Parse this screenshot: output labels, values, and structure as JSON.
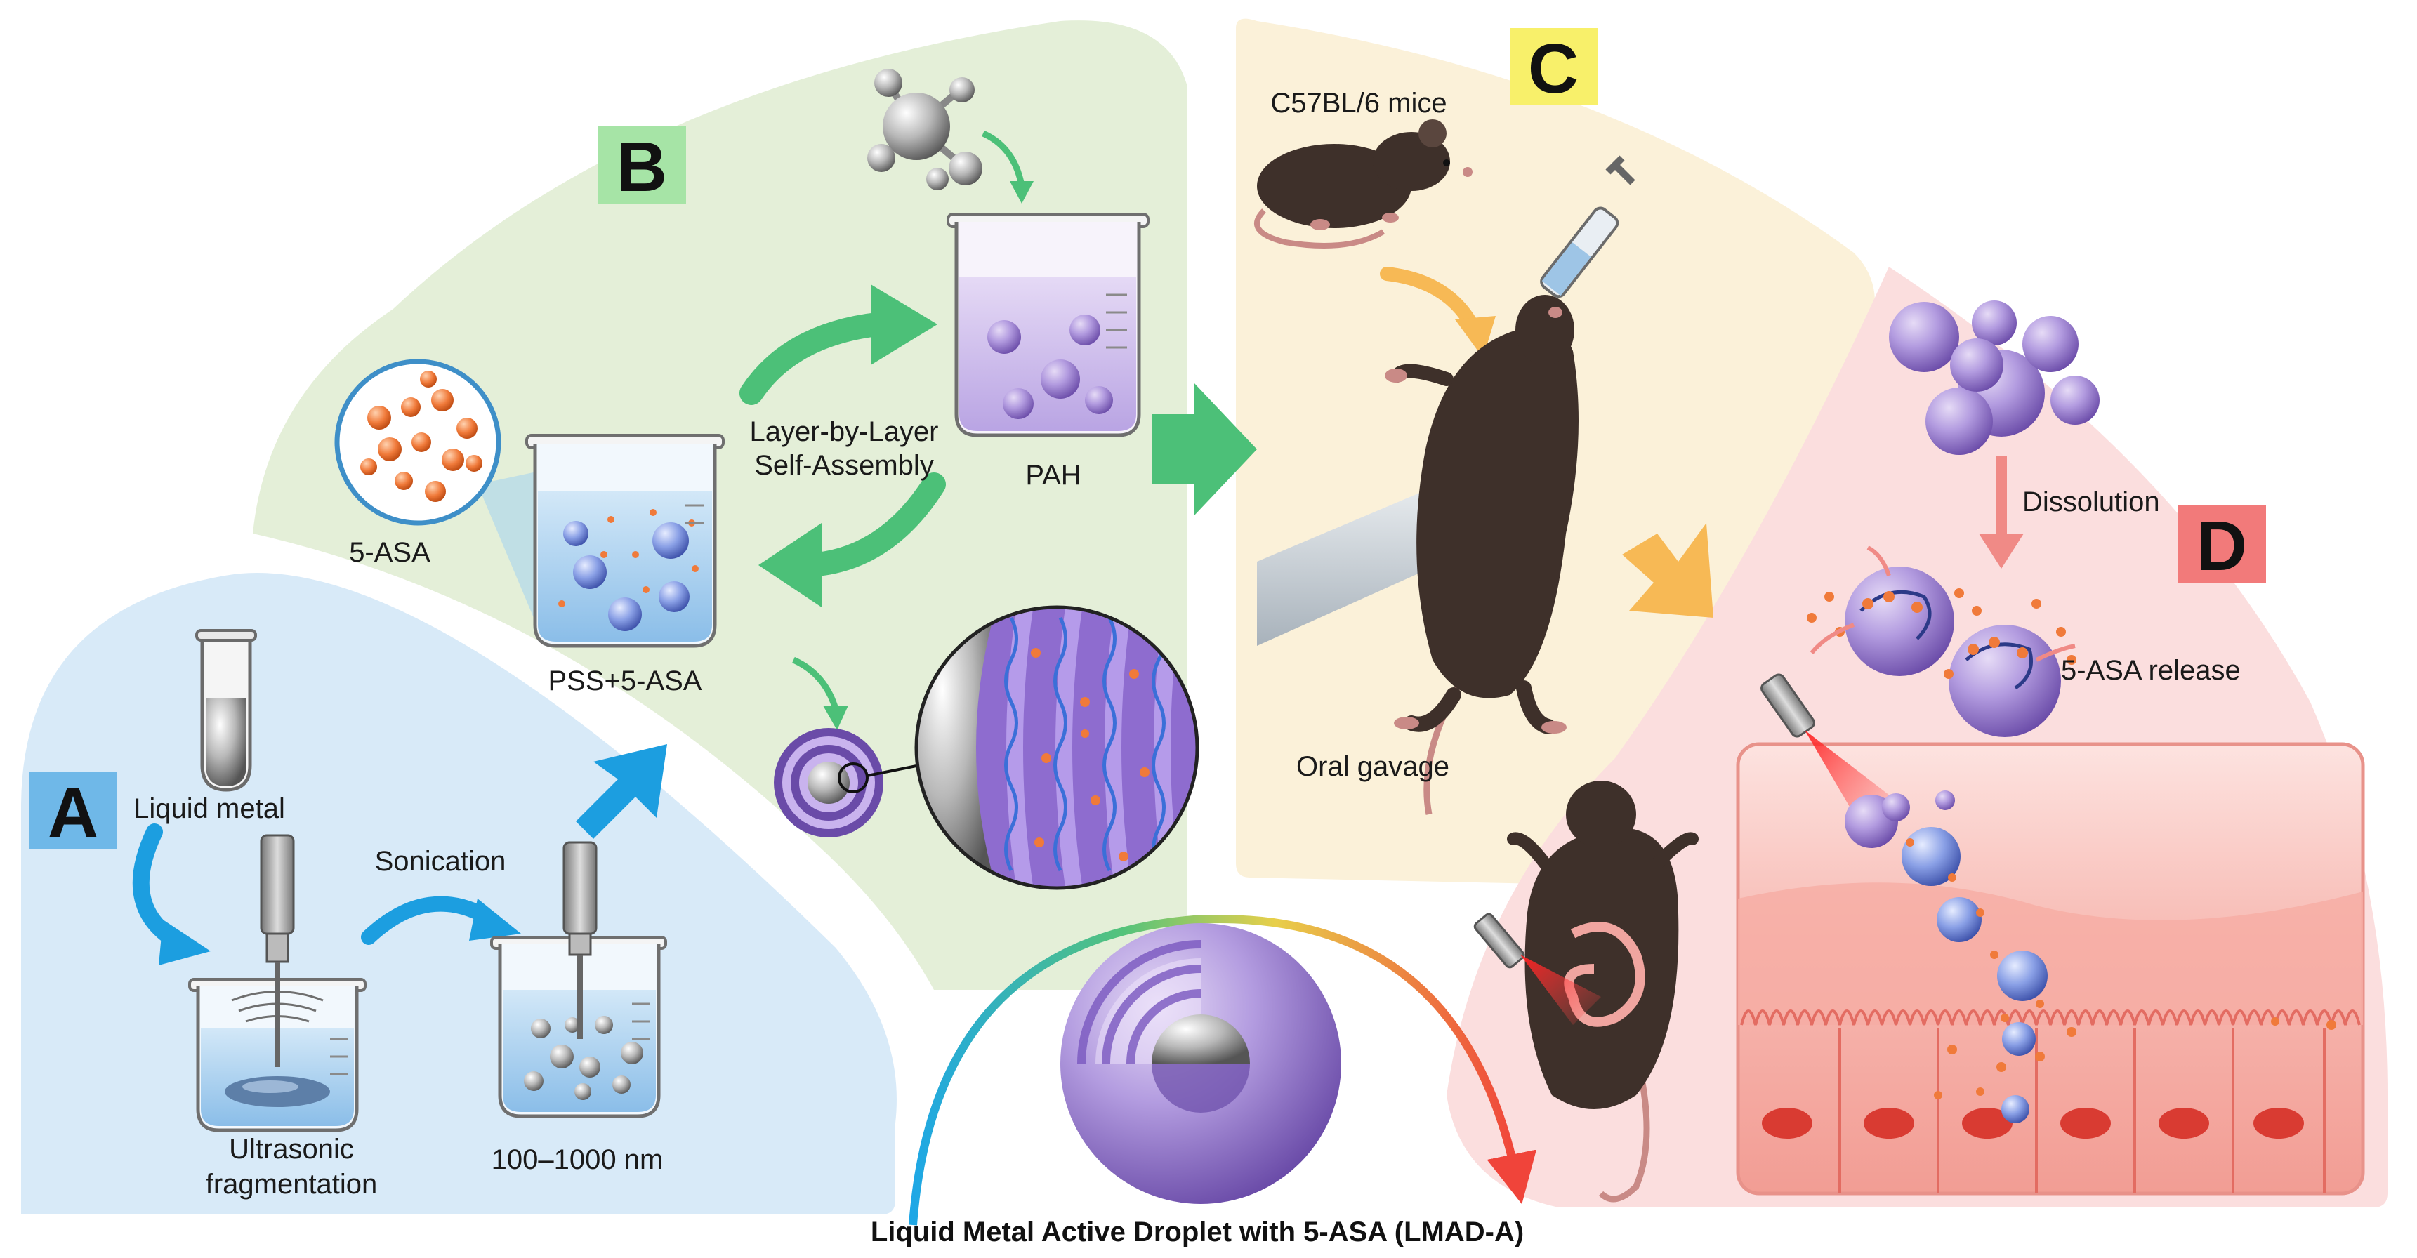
{
  "panels": {
    "a": {
      "letter": "A",
      "liquid_metal": "Liquid metal",
      "sonication": "Sonication",
      "ultrasonic_line1": "Ultrasonic",
      "ultrasonic_line2": "fragmentation",
      "size_range": "100–1000 nm"
    },
    "b": {
      "letter": "B",
      "drug": "5-ASA",
      "lbl_line1": "Layer-by-Layer",
      "lbl_line2": "Self-Assembly",
      "pah": "PAH",
      "pss": "PSS+5-ASA"
    },
    "c": {
      "letter": "C",
      "mice": "C57BL/6 mice",
      "gavage": "Oral gavage"
    },
    "d": {
      "letter": "D",
      "dissolution": "Dissolution",
      "release": "5-ASA release"
    }
  },
  "caption": "Liquid Metal Active Droplet with 5-ASA (LMAD-A)",
  "colors": {
    "panel_a_bg": "#d6e9f8",
    "panel_b_bg": "#e4efd8",
    "panel_c_bg": "#fbf1d9",
    "panel_d_bg": "#fbdede",
    "letter_a_bg": "#6fb8e8",
    "letter_b_bg": "#8fd88f",
    "letter_c_bg": "#f8f06a",
    "letter_d_bg": "#f27a7a",
    "arrow_blue": "#1c9ee0",
    "arrow_green": "#4cc078",
    "arrow_orange": "#f7b955",
    "particle_purple": "#a98ad8",
    "drug_orange": "#f07a3a"
  }
}
